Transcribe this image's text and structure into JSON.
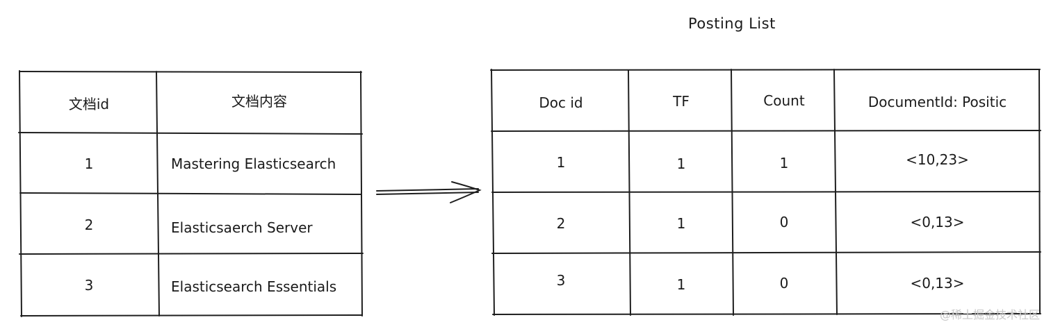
{
  "diagram": {
    "title": "Posting List",
    "documents_table": {
      "headers": [
        "文档id",
        "文档内容"
      ],
      "rows": [
        [
          "1",
          "Mastering Elasticsearch"
        ],
        [
          "2",
          "Elasticsaerch Server"
        ],
        [
          "3",
          "Elasticsearch Essentials"
        ]
      ]
    },
    "posting_table": {
      "headers": [
        "Doc id",
        "TF",
        "Count",
        "DocumentId: Positic"
      ],
      "rows": [
        [
          "1",
          "1",
          "1",
          "<10,23>"
        ],
        [
          "2",
          "1",
          "0",
          "<0,13>"
        ],
        [
          "3",
          "1",
          "0",
          "<0,13>"
        ]
      ]
    },
    "watermark": "@稀土掘金技术社区"
  }
}
